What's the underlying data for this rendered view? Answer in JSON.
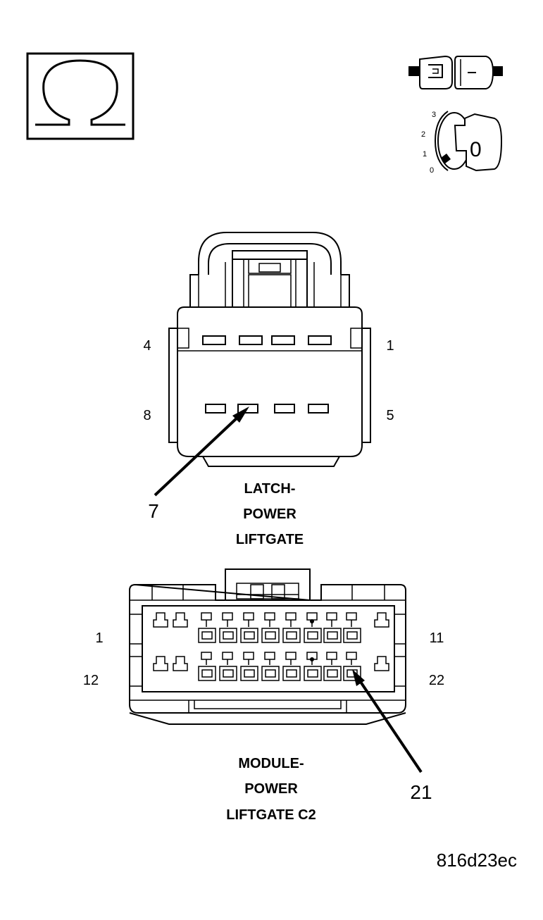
{
  "icons": {
    "ohmmeter": "ohm-icon",
    "connector_disconnect": "connector-disconnected-icon",
    "ignition": "ignition-key-icon"
  },
  "ignition": {
    "positions": [
      "3",
      "2",
      "1",
      "0"
    ],
    "key_label": "0"
  },
  "connector_a": {
    "pin_left_top": "4",
    "pin_right_top": "1",
    "pin_left_bottom": "8",
    "pin_right_bottom": "5",
    "callout": "7",
    "name_lines": [
      "LATCH-",
      "POWER",
      "LIFTGATE"
    ]
  },
  "connector_b": {
    "pin_left_top": "1",
    "pin_right_top": "11",
    "pin_left_bottom": "12",
    "pin_right_bottom": "22",
    "callout": "21",
    "name_lines": [
      "MODULE-",
      "POWER",
      "LIFTGATE C2"
    ]
  },
  "figure_id": "816d23ec"
}
